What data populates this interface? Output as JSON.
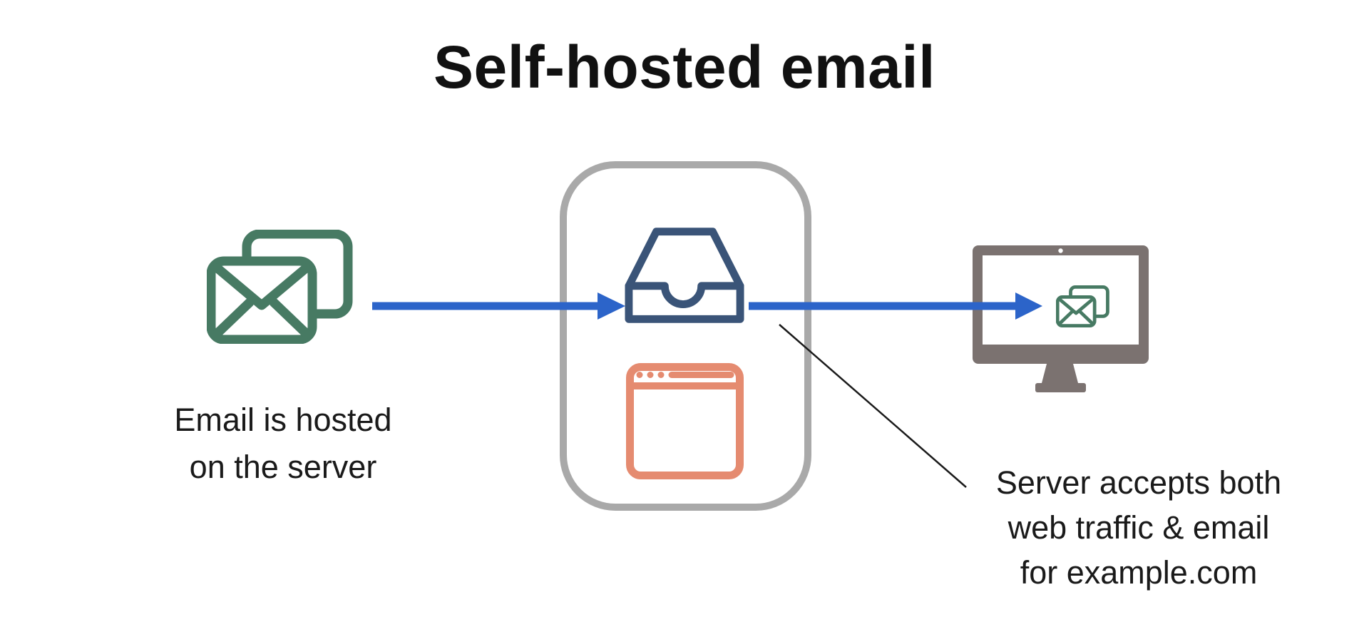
{
  "title": "Self-hosted email",
  "left_caption": {
    "lines": [
      "Email is hosted",
      "on the server"
    ]
  },
  "right_caption": {
    "lines": [
      "Server accepts both",
      "web traffic & email",
      "for example.com"
    ]
  },
  "icons": [
    "stacked-envelopes-icon",
    "inbox-tray-icon",
    "browser-window-icon",
    "monitor-icon",
    "arrow-right-icon"
  ],
  "colors": {
    "envelope_green": "#477a63",
    "tray_navy": "#3a5478",
    "browser_orange": "#e58b70",
    "server_box_gray": "#a9a9a9",
    "monitor_gray": "#7b7270",
    "arrow_blue": "#2c64c9",
    "line_black": "#1a1a1a",
    "text_black": "#111111"
  }
}
